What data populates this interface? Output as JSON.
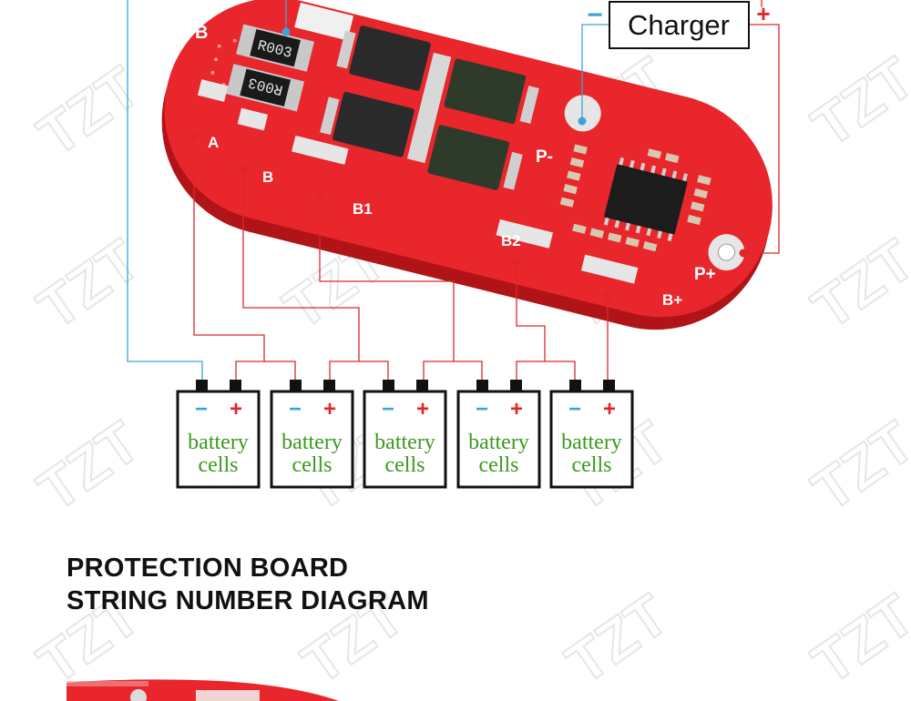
{
  "watermark": "TZT",
  "charger": {
    "label": "Charger",
    "minus": "−",
    "plus": "+"
  },
  "board": {
    "pads": {
      "B_top": "B",
      "A": "A",
      "B": "B",
      "B1": "B1",
      "B2": "B2",
      "P_minus": "P-",
      "P_plus": "P+",
      "B_plus": "B+"
    },
    "resistor_marking": "R003",
    "colors": {
      "pcb": "#e8262b",
      "wire_red": "#e0262b",
      "wire_blue": "#3aa6d6",
      "cell_text": "#3a9a1e"
    }
  },
  "cells": [
    {
      "minus": "−",
      "plus": "+",
      "line1": "battery",
      "line2": "cells"
    },
    {
      "minus": "−",
      "plus": "+",
      "line1": "battery",
      "line2": "cells"
    },
    {
      "minus": "−",
      "plus": "+",
      "line1": "battery",
      "line2": "cells"
    },
    {
      "minus": "−",
      "plus": "+",
      "line1": "battery",
      "line2": "cells"
    },
    {
      "minus": "−",
      "plus": "+",
      "line1": "battery",
      "line2": "cells"
    }
  ],
  "heading": {
    "line1": "PROTECTION BOARD",
    "line2": "STRING NUMBER DIAGRAM"
  }
}
